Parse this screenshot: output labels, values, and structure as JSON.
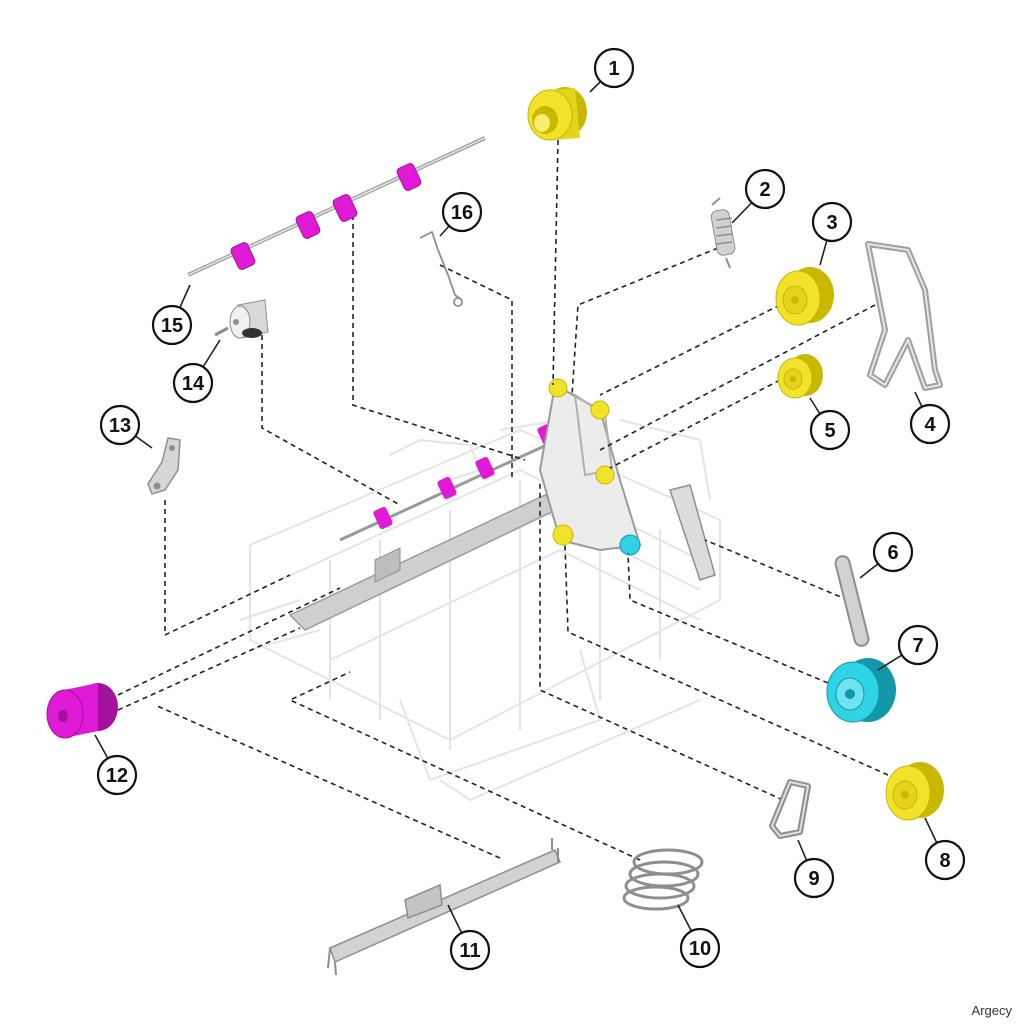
{
  "watermark": "Argecy",
  "colors": {
    "yellow": "#f2e22a",
    "yellow_dark": "#c9b700",
    "magenta": "#e01ad6",
    "magenta_dark": "#a3129c",
    "cyan": "#2fd3e6",
    "cyan_dark": "#1497a8",
    "metal": "#d2d2d2",
    "metal_dark": "#8e8e8e",
    "ghost": "#e9e9e9",
    "leader": "#222222"
  },
  "callouts": [
    {
      "label": "1"
    },
    {
      "label": "2"
    },
    {
      "label": "3"
    },
    {
      "label": "4"
    },
    {
      "label": "5"
    },
    {
      "label": "6"
    },
    {
      "label": "7"
    },
    {
      "label": "8"
    },
    {
      "label": "9"
    },
    {
      "label": "10"
    },
    {
      "label": "11"
    },
    {
      "label": "12"
    },
    {
      "label": "13"
    },
    {
      "label": "14"
    },
    {
      "label": "15"
    },
    {
      "label": "16"
    }
  ]
}
